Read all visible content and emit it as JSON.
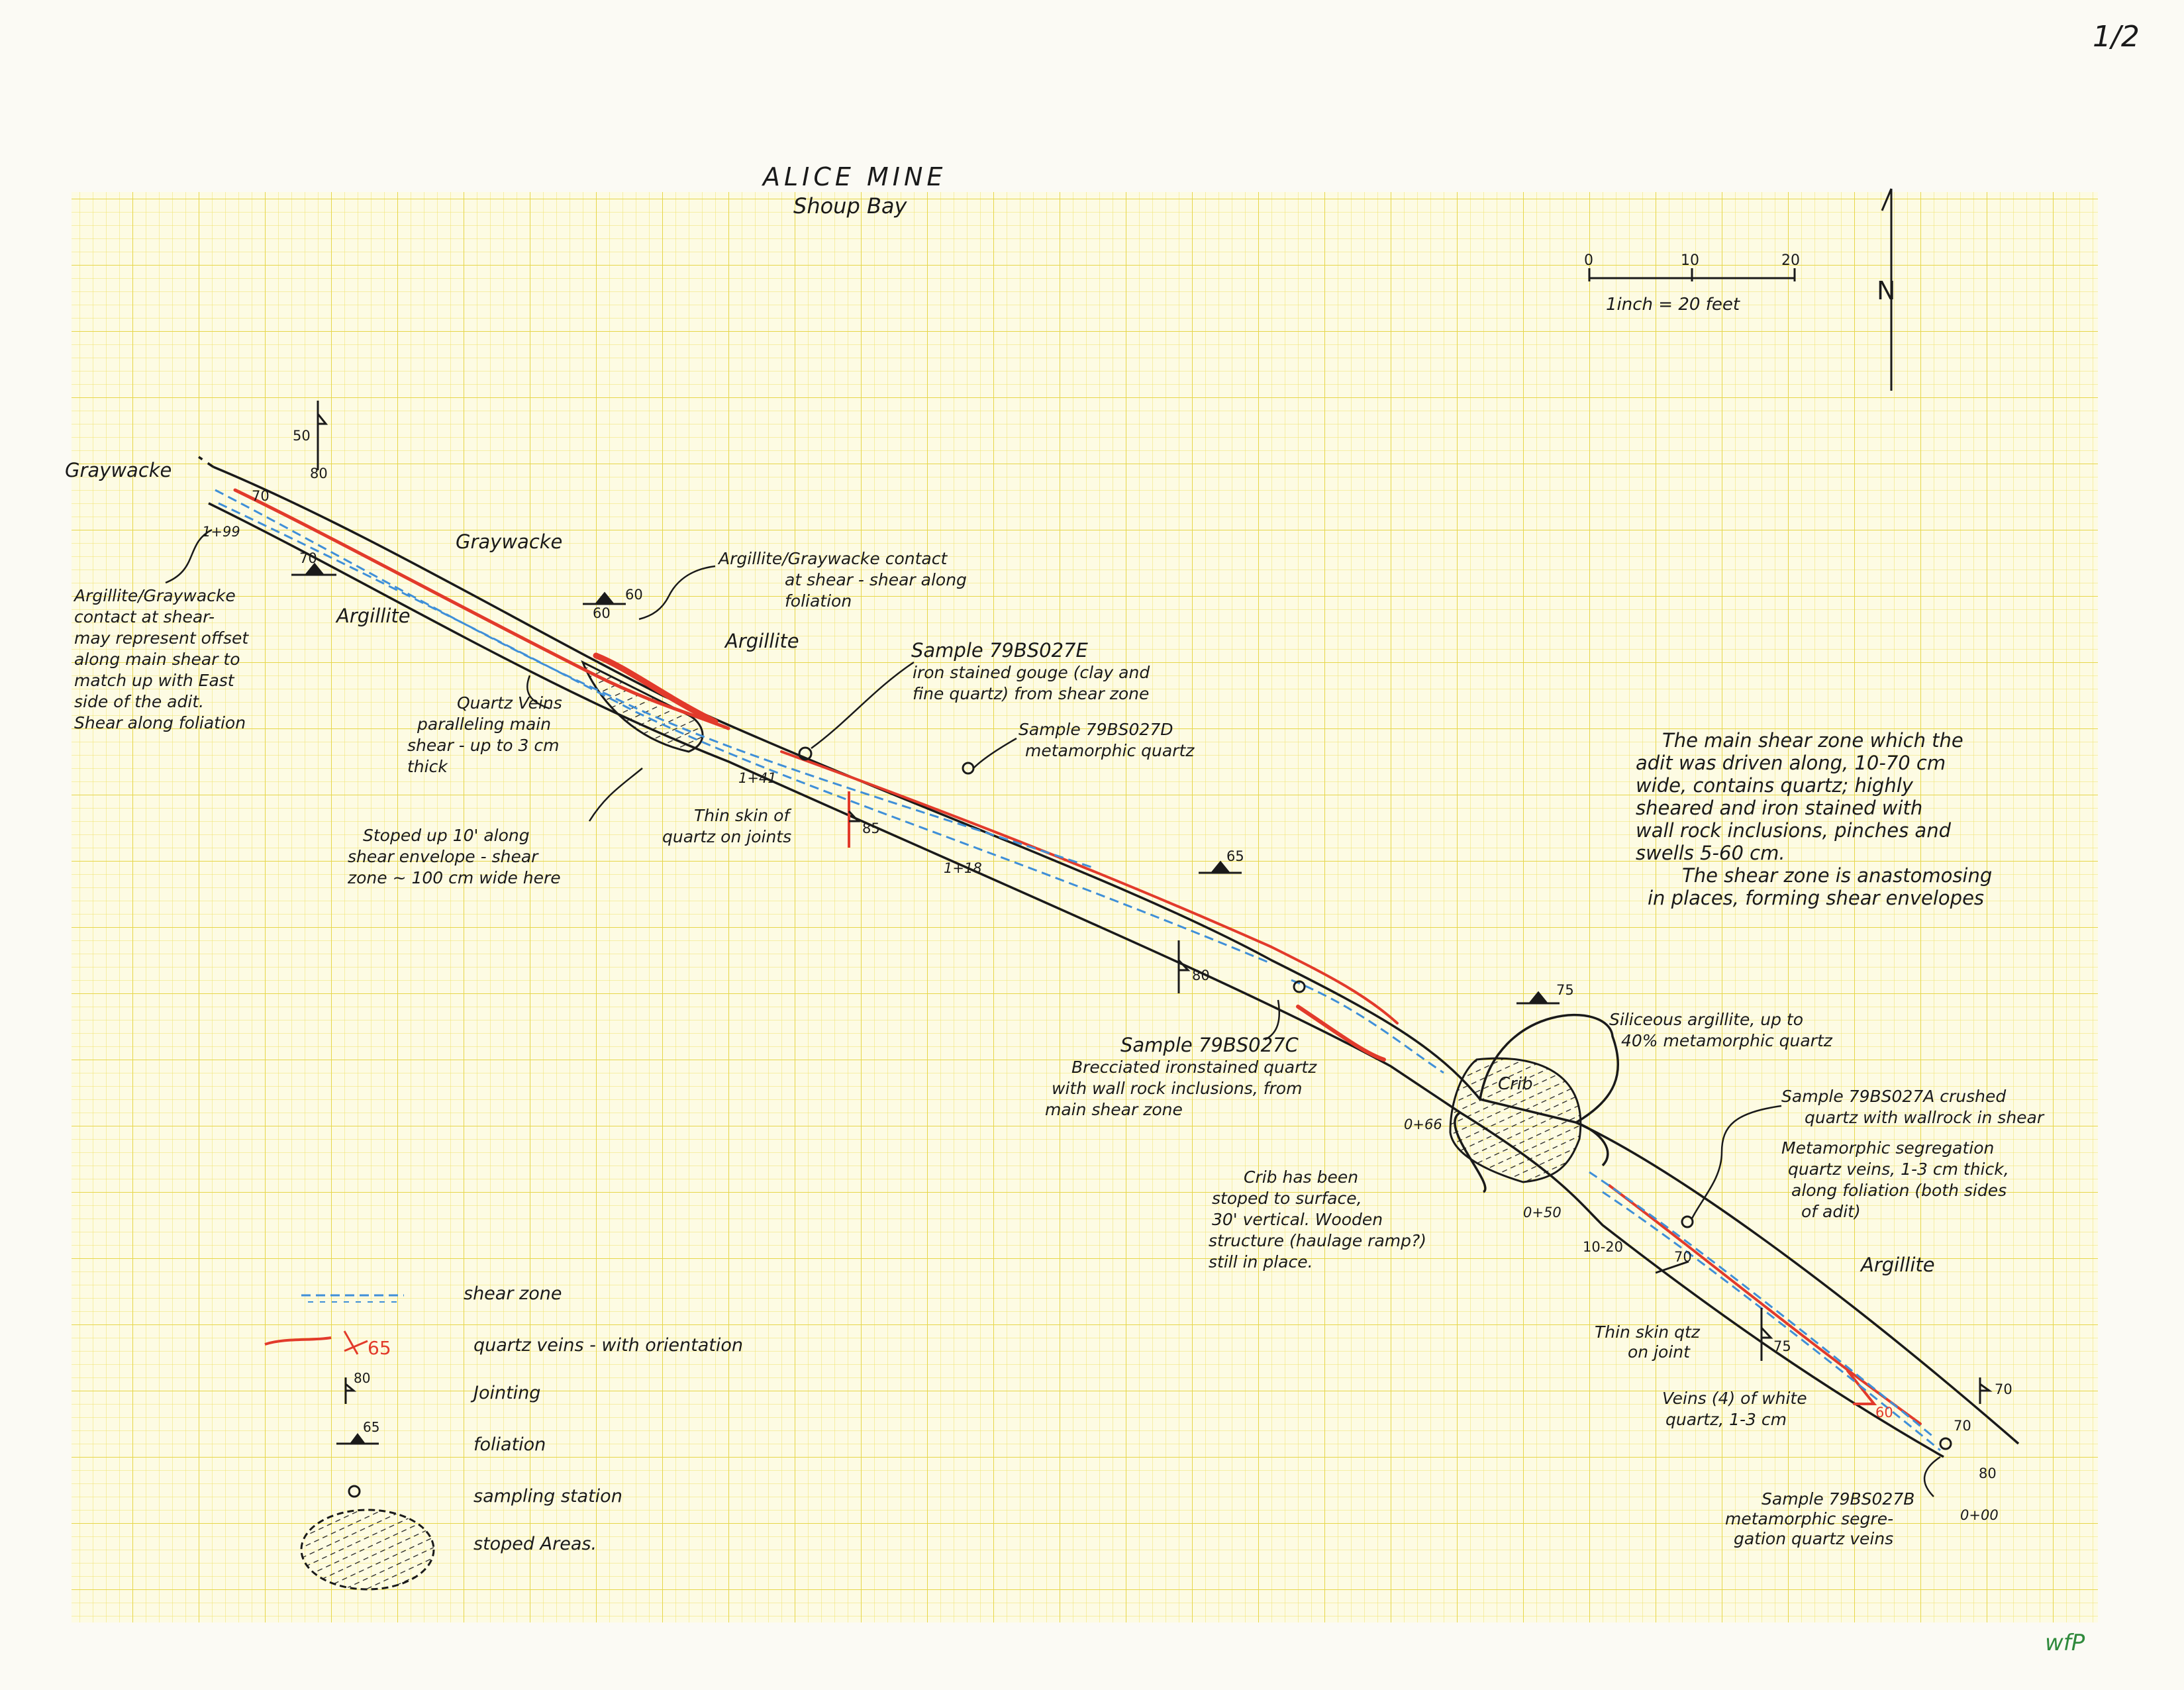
{
  "sheet": {
    "page_number": "1/2",
    "initials": "wfP",
    "grid_color": "#f2e64a",
    "paper_color": "#fdfbe3"
  },
  "title": {
    "main": "ALICE MINE",
    "sub": "Shoup Bay"
  },
  "scale_bar": {
    "ticks": [
      "0",
      "10",
      "20"
    ],
    "text": "1inch = 20 feet"
  },
  "north_arrow": {
    "label": "N"
  },
  "rock_labels": {
    "graywacke_left": "Graywacke",
    "graywacke_upper": "Graywacke",
    "argillite_left": "Argillite",
    "argillite_mid": "Argillite",
    "argillite_right": "Argillite"
  },
  "stations": [
    "1+99",
    "1+41",
    "1+18",
    "0+66",
    "0+50",
    "0+00"
  ],
  "orientations": [
    "50",
    "80",
    "70",
    "60",
    "60",
    "85",
    "65",
    "80",
    "75",
    "70",
    "75",
    "70",
    "80",
    "70",
    "10-20",
    "60",
    "70"
  ],
  "annotations": {
    "contact_left": [
      "Argillite/Graywacke",
      "contact at shear-",
      "may represent offset",
      "along main shear to",
      "match up with East",
      "side of the adit.",
      "Shear along foliation"
    ],
    "contact_top": [
      "Argillite/Graywacke contact",
      "at shear - shear along",
      "foliation"
    ],
    "quartz_veins": [
      "Quartz Veins",
      "paralleling main",
      "shear - up to 3 cm",
      "thick"
    ],
    "stoped_up": [
      "Stoped up 10' along",
      "shear envelope - shear",
      "zone ~ 100 cm wide here"
    ],
    "thin_skin_1": [
      "Thin skin of",
      "quartz on joints"
    ],
    "sample_e": [
      "Sample 79BS027E",
      "iron stained gouge (clay and",
      "fine quartz) from shear zone"
    ],
    "sample_d": [
      "Sample 79BS027D",
      "metamorphic quartz"
    ],
    "main_shear": [
      "The main shear zone which the",
      "adit was driven along, 10-70 cm",
      "wide, contains quartz; highly",
      "sheared and iron stained with",
      "wall rock inclusions, pinches and",
      "swells 5-60 cm.",
      "The shear zone is anastomosing",
      "in places, forming shear envelopes"
    ],
    "sample_c": [
      "Sample 79BS027C",
      "Brecciated ironstained quartz",
      "with wall rock inclusions, from",
      "main shear zone"
    ],
    "siliceous": [
      "Siliceous argillite, up to",
      "40% metamorphic quartz"
    ],
    "crib_label": "Crib",
    "crib_note": [
      "Crib has been",
      "stoped to surface,",
      "30' vertical. Wooden",
      "structure (haulage ramp?)",
      "still in place."
    ],
    "sample_a": [
      "Sample 79BS027A crushed",
      "quartz with wallrock in shear"
    ],
    "meta_seg": [
      "Metamorphic segregation",
      "quartz veins, 1-3 cm thick,",
      "along foliation (both sides",
      "of adit)"
    ],
    "thin_skin_2": [
      "Thin skin qtz",
      "on joint"
    ],
    "veins4": [
      "Veins (4) of white",
      "quartz, 1-3 cm"
    ],
    "sample_b": [
      "Sample 79BS027B",
      "metamorphic segre-",
      "gation quartz veins"
    ]
  },
  "legend": [
    {
      "label": "shear zone",
      "symbol": "shear-zone-symbol"
    },
    {
      "label": "quartz veins - with orientation",
      "symbol": "quartz-vein-symbol",
      "value": "65"
    },
    {
      "label": "Jointing",
      "symbol": "joint-symbol",
      "value": "80"
    },
    {
      "label": "foliation",
      "symbol": "foliation-symbol",
      "value": "65"
    },
    {
      "label": "sampling station",
      "symbol": "sample-station-symbol"
    },
    {
      "label": "stoped Areas.",
      "symbol": "stoped-area-symbol"
    }
  ],
  "colors": {
    "vein_red": "#e23a2b",
    "shear_blue": "#3f8fd8",
    "ink": "#1a1a1a",
    "grid_line": "#eee06a"
  }
}
